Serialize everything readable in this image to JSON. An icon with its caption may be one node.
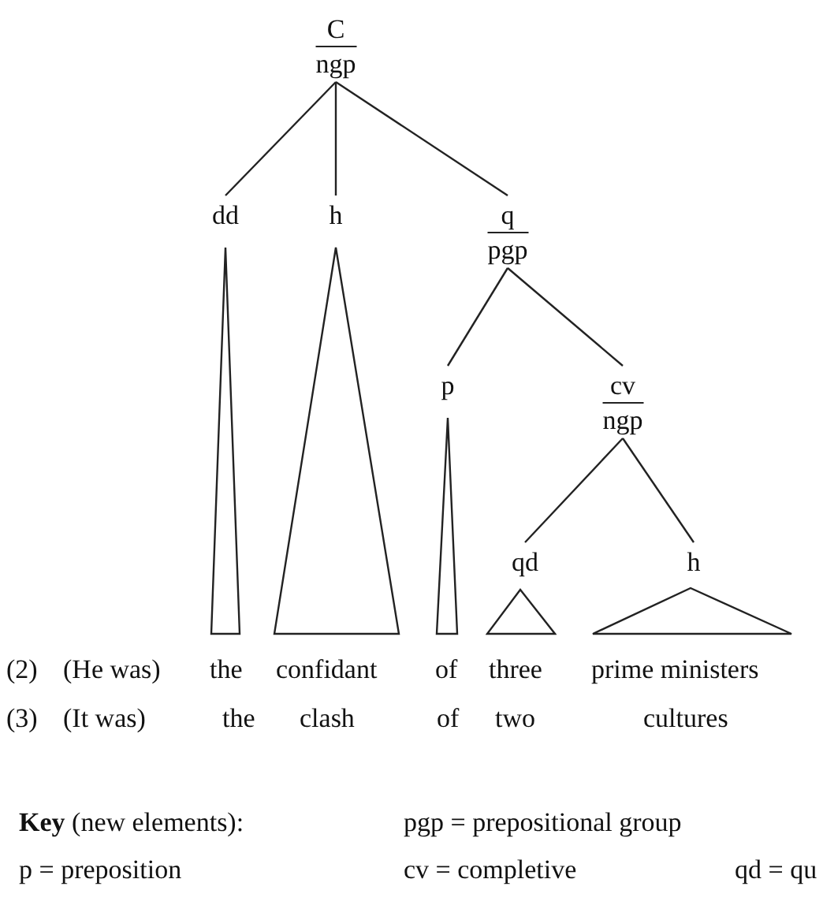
{
  "diagram": {
    "nodes": [
      {
        "text": [
          "C",
          "ngp"
        ]
      },
      {
        "text": [
          "dd"
        ]
      },
      {
        "text": [
          "h"
        ]
      },
      {
        "text": [
          "q",
          "pgp"
        ]
      },
      {
        "text": [
          "p"
        ]
      },
      {
        "text": [
          "cv",
          "ngp"
        ]
      },
      {
        "text": [
          "qd"
        ]
      },
      {
        "text": [
          "h"
        ]
      },
      {
        "text": [],
        "shape": "triangle"
      },
      {
        "text": [],
        "shape": "triangle"
      },
      {
        "text": [],
        "shape": "triangle"
      },
      {
        "text": [],
        "shape": "triangle"
      },
      {
        "text": [],
        "shape": "triangle"
      }
    ],
    "edges": [
      {
        "from": 0,
        "to": 1,
        "arrow": "none"
      },
      {
        "from": 0,
        "to": 2,
        "arrow": "none"
      },
      {
        "from": 0,
        "to": 3,
        "arrow": "none"
      },
      {
        "from": 3,
        "to": 4,
        "arrow": "none"
      },
      {
        "from": 3,
        "to": 5,
        "arrow": "none"
      },
      {
        "from": 5,
        "to": 6,
        "arrow": "none"
      },
      {
        "from": 5,
        "to": 7,
        "arrow": "none"
      }
    ],
    "labels": [
      "(2)",
      "(He was)",
      "the",
      "confidant",
      "of",
      "three",
      "prime ministers",
      "(3)",
      "(It was)",
      "the",
      "clash",
      "of",
      "two",
      "cultures",
      "**Key** (new elements):",
      "pgp = prepositional group",
      "p = preposition",
      "cv = completive",
      "qd = qu"
    ]
  }
}
